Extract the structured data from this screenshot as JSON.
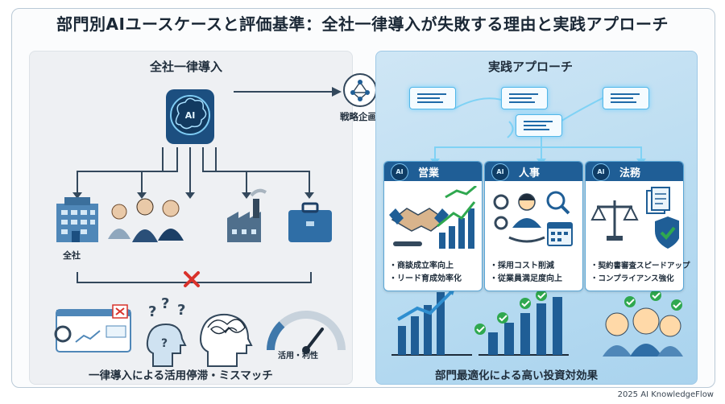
{
  "title": "部門別AIユースケースと評価基準：全社一律導入が失敗する理由と実践アプローチ",
  "left_panel": {
    "heading": "全社一律導入",
    "hub_icon_label": "AI",
    "company_label": "全社",
    "gauge_label": "活用・利性",
    "caption": "一律導入による活用停滞・ミスマッチ",
    "icons": [
      "building-icon",
      "people-icon",
      "factory-icon",
      "briefcase-icon",
      "cross-icon",
      "dashboard-error-icon",
      "confused-head-icon",
      "tangled-head-icon",
      "gauge-low-icon"
    ]
  },
  "strategy": {
    "label": "戦略企画",
    "icon": "network-nodes-icon"
  },
  "right_panel": {
    "heading": "実践アプローチ",
    "caption": "部門最適化による高い投資対効果",
    "departments": [
      {
        "name": "営業",
        "ai": "AI",
        "bullets": [
          "・商談成立率向上",
          "・リード育成効率化"
        ],
        "icon": "handshake-chart-icon"
      },
      {
        "name": "人事",
        "ai": "AI",
        "bullets": [
          "・採用コスト削減",
          "・従業員満足度向上"
        ],
        "icon": "recruiter-icon"
      },
      {
        "name": "法務",
        "ai": "AI",
        "bullets": [
          "・契約書審査スピードアップ",
          "・コンプライアンス強化"
        ],
        "icon": "scales-shield-icon"
      }
    ],
    "icons": [
      "chat-bubble-icon",
      "growth-chart-icon",
      "check-bar-chart-icon",
      "happy-people-icon"
    ]
  },
  "footer": "2025 AI KnowledgeFlow",
  "colors": {
    "accent": "#1f5e96",
    "glow": "#53b7e8",
    "error": "#d9322b",
    "check": "#2fa84f"
  }
}
